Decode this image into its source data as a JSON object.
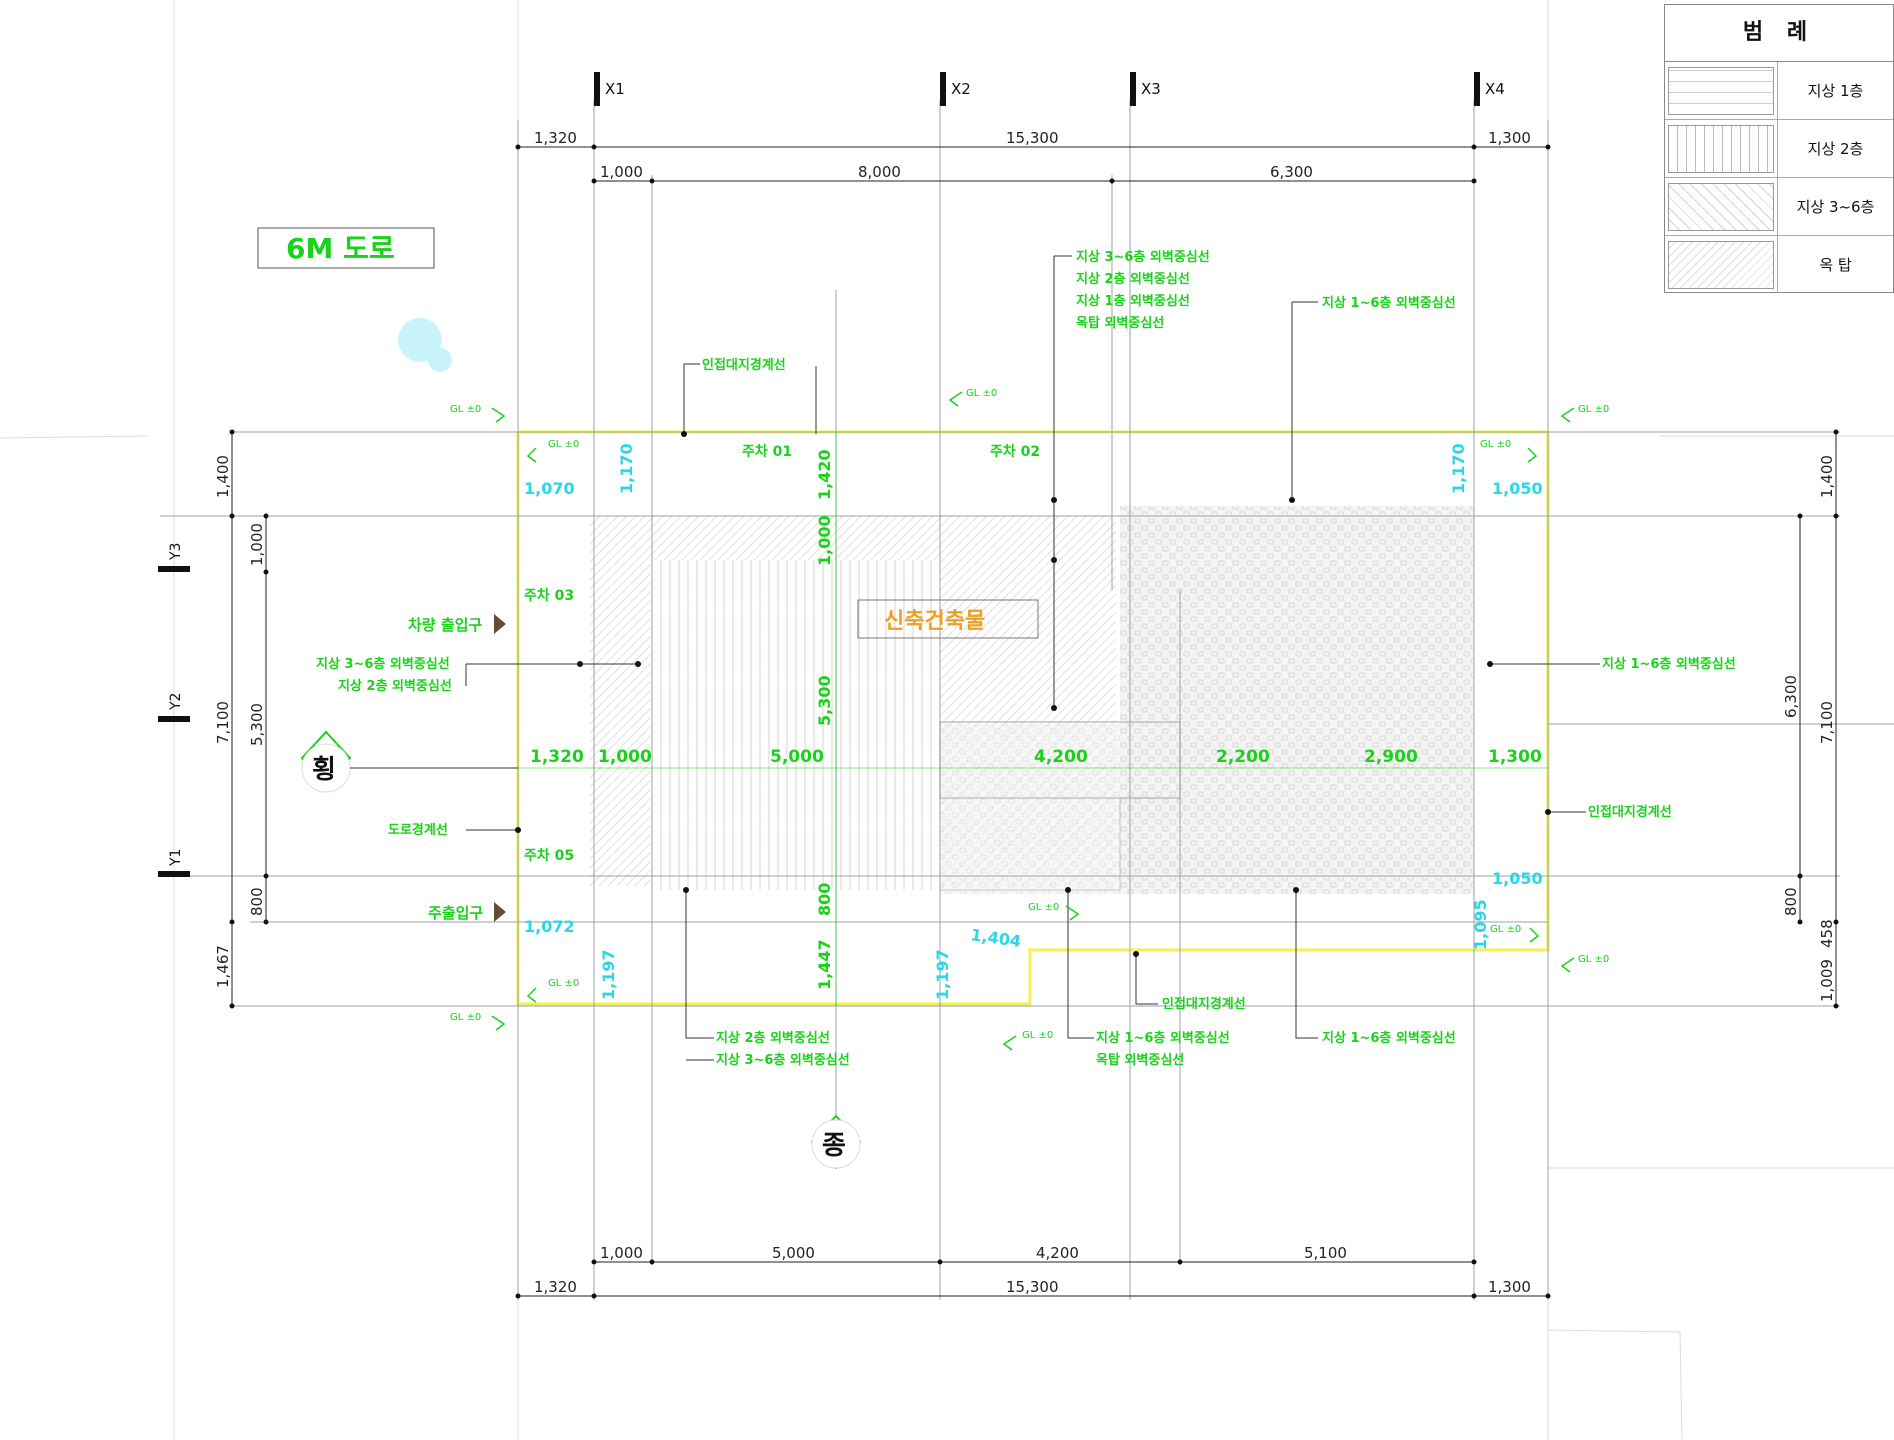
{
  "road_label": "6M 도로",
  "building_label": "신축건축물",
  "legend": {
    "title": "범 례",
    "items": [
      {
        "label": "지상 1층",
        "pattern": "horizontal-lines"
      },
      {
        "label": "지상 2층",
        "pattern": "vertical-lines"
      },
      {
        "label": "지상 3~6층",
        "pattern": "diagonal-hatch"
      },
      {
        "label": "옥 탑",
        "pattern": "cross-hatch"
      }
    ]
  },
  "grid": {
    "x": [
      "X1",
      "X2",
      "X3",
      "X4"
    ],
    "y": [
      "Y3",
      "Y2",
      "Y1"
    ]
  },
  "dimensions": {
    "top_total": [
      "1,320",
      "15,300",
      "1,300"
    ],
    "top_sub": [
      "1,000",
      "8,000",
      "6,300"
    ],
    "bottom_sub": [
      "1,000",
      "5,000",
      "4,200",
      "5,100"
    ],
    "bottom_total": [
      "1,320",
      "15,300",
      "1,300"
    ],
    "left_outer": [
      "1,400",
      "7,100",
      "1,467"
    ],
    "left_inner": [
      "1,000",
      "5,300",
      "800"
    ],
    "right_outer": [
      "1,400",
      "7,100",
      "1,009"
    ],
    "right_inner": [
      "6,300",
      "800"
    ],
    "right_extra": "458",
    "mid_row": [
      "1,320",
      "1,000",
      "5,000",
      "4,200",
      "2,200",
      "2,900",
      "1,300"
    ],
    "vertical_center": [
      "1,420",
      "1,000",
      "5,300",
      "800",
      "1,447"
    ]
  },
  "cyan_dims": [
    "1,070",
    "1,170",
    "1,170",
    "1,050",
    "1,050",
    "1,072",
    "1,197",
    "1,197",
    "1,404",
    "1,095"
  ],
  "parking": [
    "주차 01",
    "주차 02",
    "주차 03",
    "주차 05"
  ],
  "entrances": {
    "vehicle": "차량 출입구",
    "pedestrian": "주출입구"
  },
  "annotations": {
    "top_group": [
      "지상 3~6층 외벽중심선",
      "지상 2층 외벽중심선",
      "지상 1층 외벽중심선",
      "옥탑 외벽중심선"
    ],
    "top_right": "지상 1~6층 외벽중심선",
    "adjacent_top": "인접대지경계선",
    "left_group": [
      "지상 3~6층 외벽중심선",
      "지상 2층 외벽중심선"
    ],
    "right_mid": "지상 1~6층 외벽중심선",
    "road_boundary": "도로경계선",
    "right_adjacent": "인접대지경계선",
    "bottom_left": [
      "지상 2층 외벽중심선",
      "지상 3~6층 외벽중심선"
    ],
    "bottom_mid": [
      "지상 1~6층 외벽중심선",
      "옥탑 외벽중심선"
    ],
    "bottom_adjacent": "인접대지경계선",
    "bottom_right": "지상 1~6층 외벽중심선"
  },
  "gl_marks": [
    "GL ±0",
    "GL ±0",
    "GL ±0",
    "GL ±0",
    "GL ±0",
    "GL ±0",
    "GL ±0",
    "GL ±0",
    "GL ±0",
    "GL ±0",
    "GL ±0"
  ],
  "section_marks": {
    "horizontal": "횡",
    "vertical": "종"
  },
  "colors": {
    "green": "#19d219",
    "cyan": "#29d7e8",
    "yellow": "#f2f24a",
    "orange": "#f0a020",
    "line": "#9aa3ad",
    "dim": "#222222"
  }
}
